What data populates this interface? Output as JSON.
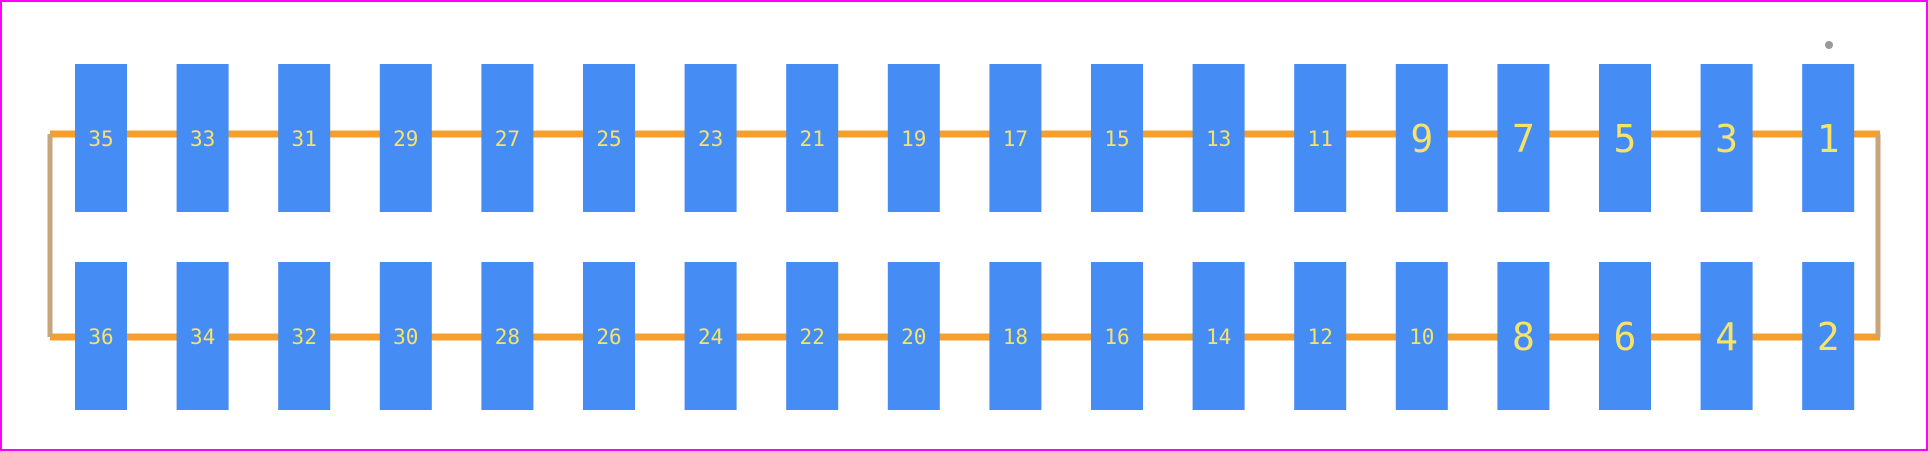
{
  "colors": {
    "background": "#ffffff",
    "border": "#ff00ff",
    "pad": "#458cf5",
    "label": "#f5e36a",
    "outline": "#f5a02c",
    "outline_edge": "#c8a57a",
    "pin1_marker": "#9a9a9a"
  },
  "top_row": [
    "35",
    "33",
    "31",
    "29",
    "27",
    "25",
    "23",
    "21",
    "19",
    "17",
    "15",
    "13",
    "11",
    "9",
    "7",
    "5",
    "3",
    "1"
  ],
  "bottom_row": [
    "36",
    "34",
    "32",
    "30",
    "28",
    "26",
    "24",
    "22",
    "20",
    "18",
    "16",
    "14",
    "12",
    "10",
    "8",
    "6",
    "4",
    "2"
  ]
}
